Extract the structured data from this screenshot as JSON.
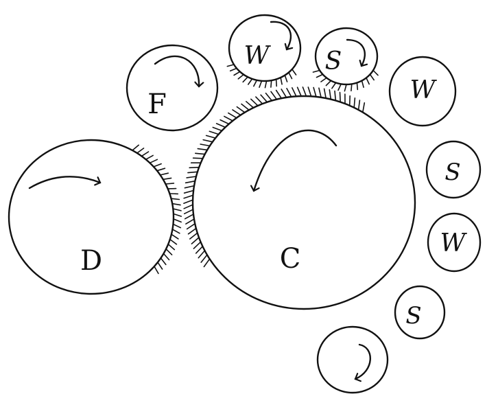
{
  "diagram": {
    "labels": {
      "main_cylinder": "C",
      "doffer": "D",
      "fancy": "F",
      "worker_top": "W",
      "stripper_top": "S",
      "worker_right_1": "W",
      "stripper_right_1": "S",
      "worker_right_2": "W",
      "stripper_right_2": "S"
    },
    "colors": {
      "ink": "#111111",
      "paper": "#ffffff"
    }
  }
}
